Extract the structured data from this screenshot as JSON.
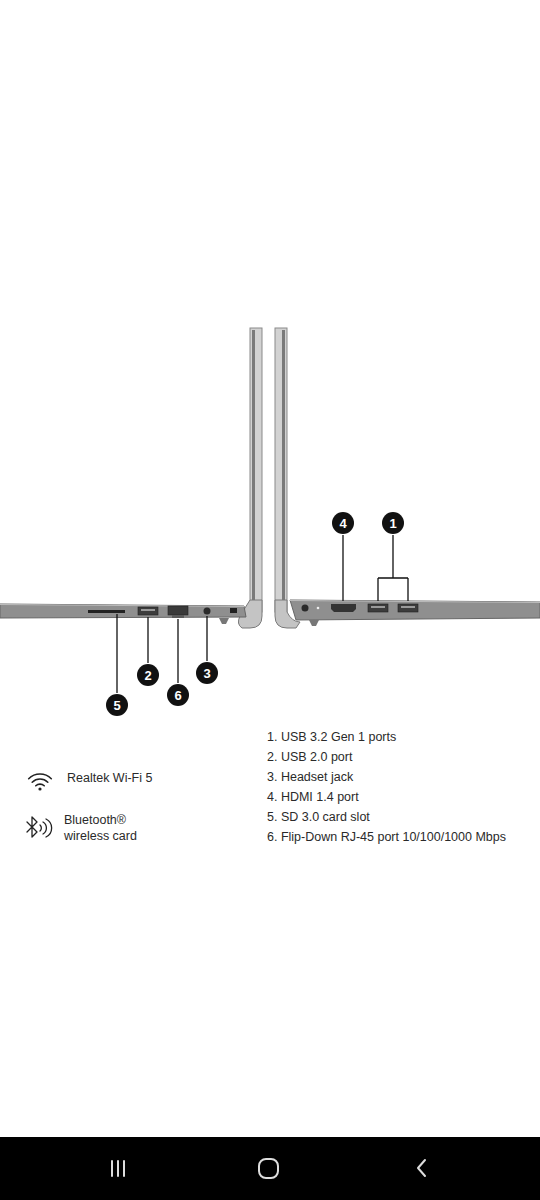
{
  "diagram": {
    "nodes": [
      {
        "text": [
          "4"
        ]
      },
      {
        "text": [
          "1"
        ]
      },
      {
        "text": [
          "2"
        ]
      },
      {
        "text": [
          "3"
        ]
      },
      {
        "text": [
          "6"
        ]
      },
      {
        "text": [
          "5"
        ]
      }
    ],
    "labels": [
      "1. USB 3.2 Gen 1 ports",
      "2. USB 2.0 port",
      "3. Headset jack",
      "4. HDMI 1.4 port",
      "5. SD 3.0 card slot",
      "6. Flip-Down RJ-45 port 10/100/1000 Mbps",
      "Realtek Wi-Fi 5",
      "Bluetooth® wireless card"
    ]
  }
}
